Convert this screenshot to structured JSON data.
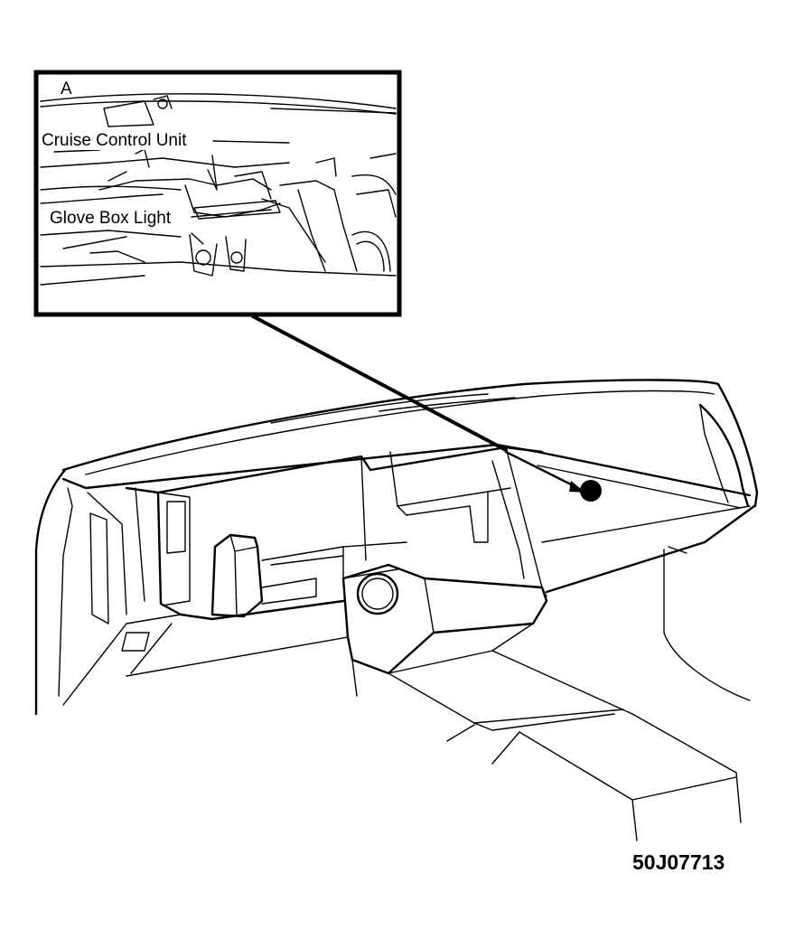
{
  "diagram": {
    "inset_letter": "A",
    "labels": {
      "cruise_control_unit": "Cruise Control Unit",
      "glove_box_light": "Glove Box Light"
    },
    "figure_code": "50J07713",
    "colors": {
      "ink": "#000000",
      "paper": "#ffffff"
    }
  }
}
